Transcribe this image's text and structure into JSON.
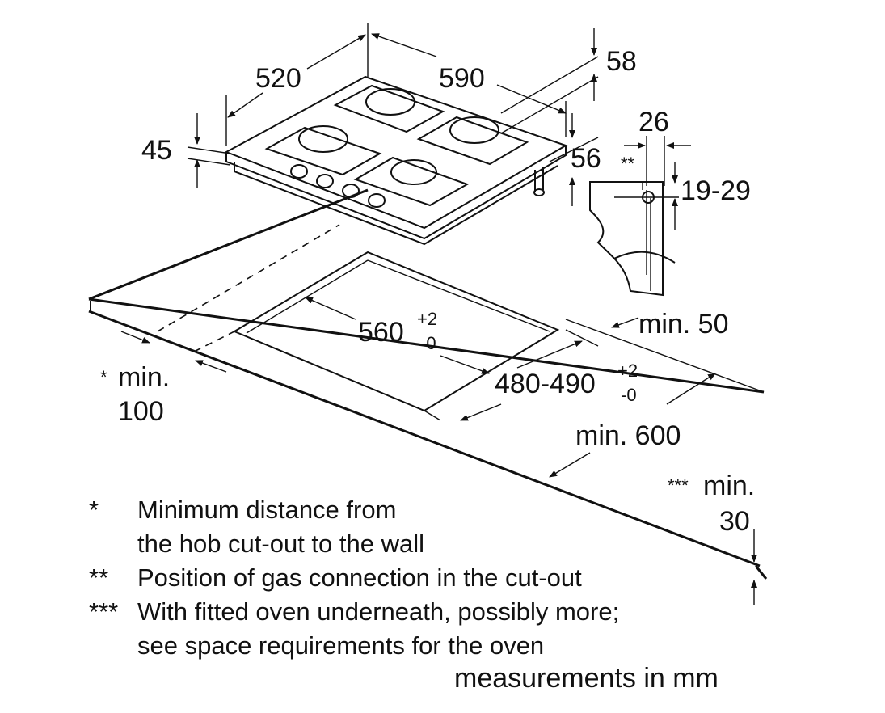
{
  "dimensions": {
    "hob_depth": "520",
    "hob_width": "590",
    "total_height": "58",
    "glass_thickness": "45",
    "rear_edge": "56",
    "bracket_offset": "26",
    "bracket_marker": "**",
    "gas_connection_height": "19-29",
    "min_front": "min. 50",
    "cutout_width": "560",
    "cutout_width_tol_plus": "+2",
    "cutout_width_tol_minus": "-0",
    "cutout_depth": "480-490",
    "cutout_depth_tol_plus": "+2",
    "cutout_depth_tol_minus": "-0",
    "min_depth": "min. 600",
    "min_wall_marker": "*",
    "min_wall_label": "min.",
    "min_wall_value": "100",
    "min_oven_marker": "***",
    "min_oven_label": "min.",
    "min_oven_value": "30"
  },
  "legend": [
    {
      "mark": "*",
      "lines": [
        "Minimum distance from",
        "the hob cut-out to the wall"
      ]
    },
    {
      "mark": "**",
      "lines": [
        "Position of gas connection in the cut-out"
      ]
    },
    {
      "mark": "***",
      "lines": [
        "With fitted oven underneath, possibly more;",
        "see space requirements for the oven"
      ]
    }
  ],
  "units_note": "measurements in mm"
}
